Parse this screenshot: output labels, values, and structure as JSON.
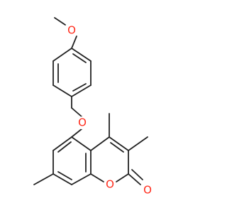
{
  "molecule": {
    "atoms": {
      "methoxy_oxygen": "O",
      "ether_oxygen": "O",
      "ring_oxygen": "O",
      "carbonyl_oxygen": "O"
    },
    "colors": {
      "oxygen": "#ff2a1a",
      "bond": "#222222"
    }
  }
}
